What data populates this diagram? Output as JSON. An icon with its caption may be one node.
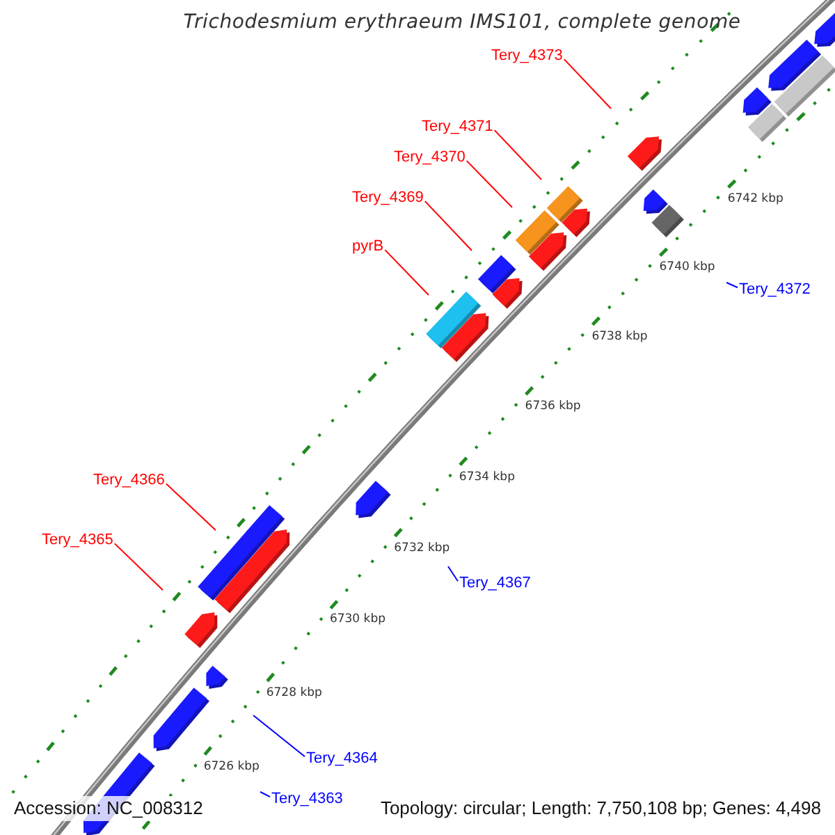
{
  "diagram": {
    "title": "Trichodesmium erythraeum IMS101, complete genome",
    "nodes": [
      {
        "text": [
          "Tery_4373"
        ]
      },
      {
        "text": [
          "Tery_4371"
        ]
      },
      {
        "text": [
          "Tery_4370"
        ]
      },
      {
        "text": [
          "Tery_4369"
        ]
      },
      {
        "text": [
          "pyrB"
        ]
      },
      {
        "text": [
          "Tery_4372"
        ]
      },
      {
        "text": [
          "Tery_4366"
        ]
      },
      {
        "text": [
          "Tery_4365"
        ]
      },
      {
        "text": [
          "Tery_4367"
        ]
      },
      {
        "text": [
          "Tery_4364"
        ]
      },
      {
        "text": [
          "Tery_4363"
        ]
      }
    ],
    "edges": [
      {
        "from": 0,
        "to": null,
        "arrow": "none"
      },
      {
        "from": 1,
        "to": null,
        "arrow": "none"
      },
      {
        "from": 2,
        "to": null,
        "arrow": "none"
      },
      {
        "from": 3,
        "to": null,
        "arrow": "none"
      },
      {
        "from": 4,
        "to": null,
        "arrow": "none"
      },
      {
        "from": 5,
        "to": null,
        "arrow": "none",
        "color": "#0000ff"
      },
      {
        "from": 6,
        "to": null,
        "arrow": "none"
      },
      {
        "from": 7,
        "to": null,
        "arrow": "none"
      },
      {
        "from": 8,
        "to": null,
        "arrow": "none",
        "color": "#0000ff"
      },
      {
        "from": 9,
        "to": null,
        "arrow": "none",
        "color": "#0000ff"
      },
      {
        "from": 10,
        "to": null,
        "arrow": "none",
        "color": "#0000ff"
      }
    ],
    "labels": [
      "6742 kbp",
      "6740 kbp",
      "6738 kbp",
      "6736 kbp",
      "6734 kbp",
      "6732 kbp",
      "6730 kbp",
      "6728 kbp",
      "6726 kbp",
      "Accession: NC_008312",
      "Topology: circular; Length: 7,750,108 bp; Genes: 4,498"
    ]
  }
}
